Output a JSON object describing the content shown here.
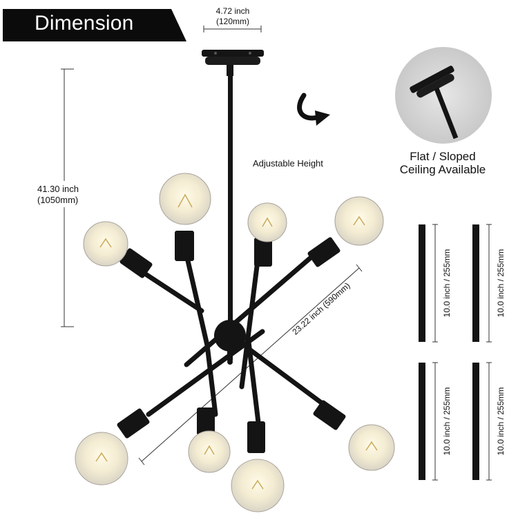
{
  "banner": {
    "title": "Dimension",
    "color": "#0b0b0b"
  },
  "canopy": {
    "width_in": "4.72 inch",
    "width_mm": "(120mm)"
  },
  "height": {
    "in": "41.30 inch",
    "mm": "(1050mm)"
  },
  "adjustable_label": "Adjustable Height",
  "ceiling": {
    "line1": "Flat / Sloped",
    "line2": "Ceiling Available"
  },
  "span_label": "23.22 inch (590mm)",
  "rods": [
    {
      "label": "10.0 inch / 255mm"
    },
    {
      "label": "10.0 inch / 255mm"
    },
    {
      "label": "10.0 inch / 255mm"
    },
    {
      "label": "10.0 inch / 255mm"
    }
  ],
  "colors": {
    "metal": "#141414",
    "bulb_glow": "#fff6d8",
    "circle_bg": "#cfcfcf"
  }
}
